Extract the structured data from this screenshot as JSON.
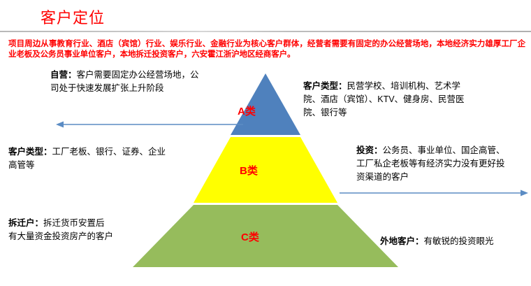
{
  "slide": {
    "title": "客户定位",
    "banner": "项目周边从事教育行业、酒店（宾馆）行业、娱乐行业、金融行业为核心客户群体，经营者需要有固定的办公经营场地，本地经济实力雄厚工厂企业老板及公务员事业单位客户，本地拆迁投资客户，六安霍江浙沪地区经商客户。",
    "colors": {
      "title_red": "#ff0000",
      "banner_red": "#ff0000",
      "tier_a_blue": "#4f81bd",
      "tier_b_yellow": "#ffff00",
      "tier_c_green": "#96bc5c",
      "arrow_blue": "#5b8cc4",
      "rule_gray": "#bdbdbd"
    }
  },
  "pyramid": {
    "tiers": [
      {
        "label": "A类",
        "color": "#4f81bd",
        "name": "tier-a"
      },
      {
        "label": "B类",
        "color": "#ffff00",
        "name": "tier-b"
      },
      {
        "label": "C类",
        "color": "#96bc5c",
        "name": "tier-c"
      }
    ]
  },
  "callouts": {
    "left": [
      {
        "heading": "自营：",
        "body": "客户需要固定办公经营场地，公司处于快速发展扩张上升阶段"
      },
      {
        "heading": "客户类型：",
        "body": "工厂老板、银行、证券、企业高管等"
      },
      {
        "heading": "拆迁户：",
        "body": "拆迁货币安置后有大量资金投资房产的客户"
      }
    ],
    "right": [
      {
        "heading": "客户类型：",
        "body": "民营学校、培训机构、艺术学院、酒店（宾馆）、KTV、健身房、民营医院、银行等"
      },
      {
        "heading": "投资：",
        "body": "公务员、事业单位、国企高管、工厂私企老板等有经济实力没有更好投资渠道的客户"
      },
      {
        "heading": "外地客户：",
        "body": "有敏锐的投资眼光"
      }
    ]
  },
  "arrows": [
    {
      "name": "arrow-left",
      "direction": "left"
    },
    {
      "name": "arrow-right",
      "direction": "right"
    }
  ]
}
